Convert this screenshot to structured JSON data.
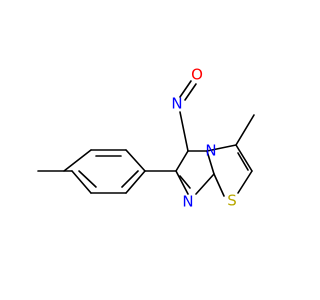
{
  "molecule": {
    "atoms": {
      "nitroso_o": {
        "label": "O"
      },
      "nitroso_n": {
        "label": "N"
      },
      "bridge_n": {
        "label": "N"
      },
      "ring_n": {
        "label": "N"
      },
      "ring_s": {
        "label": "S"
      }
    },
    "colors": {
      "bond": "#000000",
      "oxygen": "#ff0000",
      "nitrogen": "#0000ff",
      "sulfur": "#b8a800"
    }
  }
}
